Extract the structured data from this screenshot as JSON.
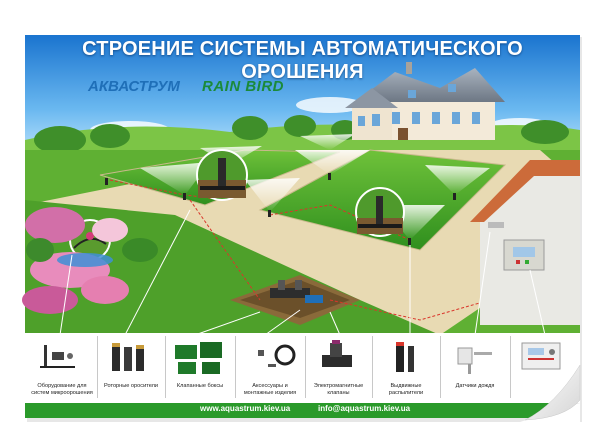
{
  "title": "СТРОЕНИЕ СИСТЕМЫ АВТОМАТИЧЕСКОГО ОРОШЕНИЯ",
  "logos": {
    "aquastrum": "АКВАСТРУМ",
    "rainbird": "RAIN BIRD"
  },
  "components": [
    {
      "label_line1": "Оборудование для",
      "label_line2": "систем микроорошения",
      "icon": "drip-equipment-icon"
    },
    {
      "label_line1": "Роторные оросители",
      "label_line2": "",
      "icon": "rotor-sprinkler-icon"
    },
    {
      "label_line1": "Клапанные боксы",
      "label_line2": "",
      "icon": "valve-box-icon"
    },
    {
      "label_line1": "Аксессуары и",
      "label_line2": "монтажные изделия",
      "icon": "fittings-icon"
    },
    {
      "label_line1": "Электромагнитные",
      "label_line2": "клапаны",
      "icon": "solenoid-valve-icon"
    },
    {
      "label_line1": "Выдвижные",
      "label_line2": "распылители",
      "icon": "popup-spray-icon"
    },
    {
      "label_line1": "Датчики дождя",
      "label_line2": "",
      "icon": "rain-sensor-icon"
    },
    {
      "label_line1": "",
      "label_line2": "",
      "icon": "controller-icon"
    }
  ],
  "footer": {
    "website": "www.aquastrum.kiev.ua",
    "email": "info@aquastrum.kiev.ua"
  },
  "colors": {
    "sky_top": "#1e7ed6",
    "sky_bottom": "#bfe6ff",
    "grass": "#4aa82a",
    "path": "#e6d7b0",
    "footer_green": "#2a9a2a",
    "water_blue": "#1b5fb0"
  }
}
